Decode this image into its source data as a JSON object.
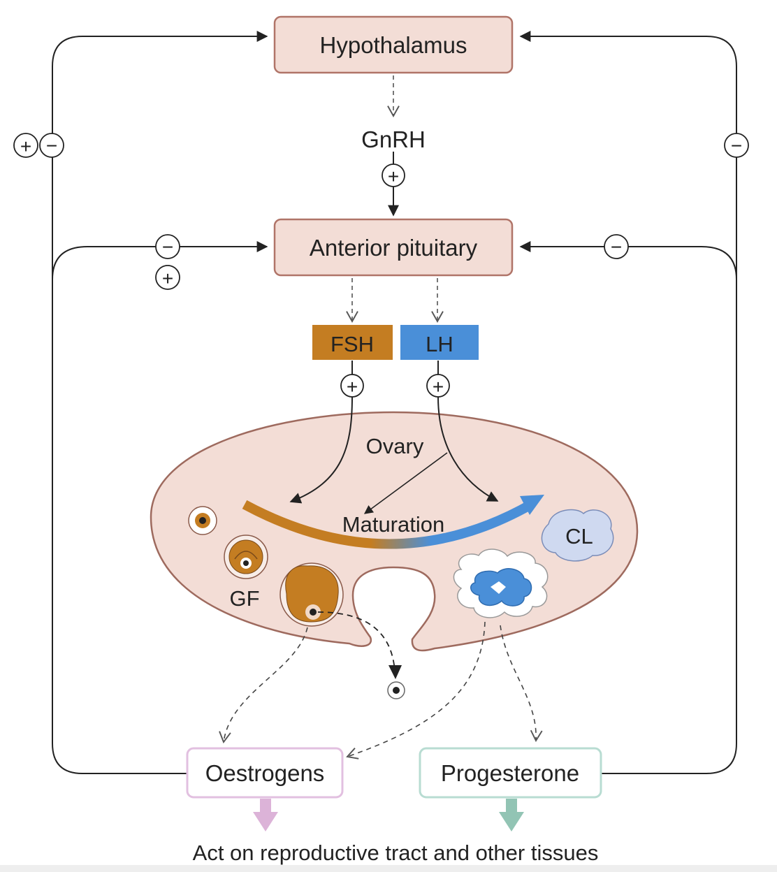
{
  "nodes": {
    "hypothalamus": "Hypothalamus",
    "gnrh": "GnRH",
    "anterior_pituitary": "Anterior pituitary",
    "fsh": "FSH",
    "lh": "LH",
    "ovary": "Ovary",
    "maturation": "Maturation",
    "cl": "CL",
    "gf": "GF",
    "oestrogens": "Oestrogens",
    "progesterone": "Progesterone"
  },
  "caption": "Act on reproductive tract and other tissues",
  "signs": {
    "plus": "+",
    "minus": "−"
  },
  "colors": {
    "box_fill": "#f3ddd6",
    "box_stroke": "#b07468",
    "fsh": "#c47d22",
    "lh": "#4a8fd8",
    "ovary_fill": "#f3ddd6",
    "ovary_stroke": "#9e6a5e",
    "oestrogens_border": "#e2c0e0",
    "progesterone_border": "#b8dcd2",
    "oestrogens_arrow": "#dcb3d8",
    "progesterone_arrow": "#92c4b4",
    "cl_fill": "#cfd9f0",
    "follicle": "#c47d22"
  }
}
